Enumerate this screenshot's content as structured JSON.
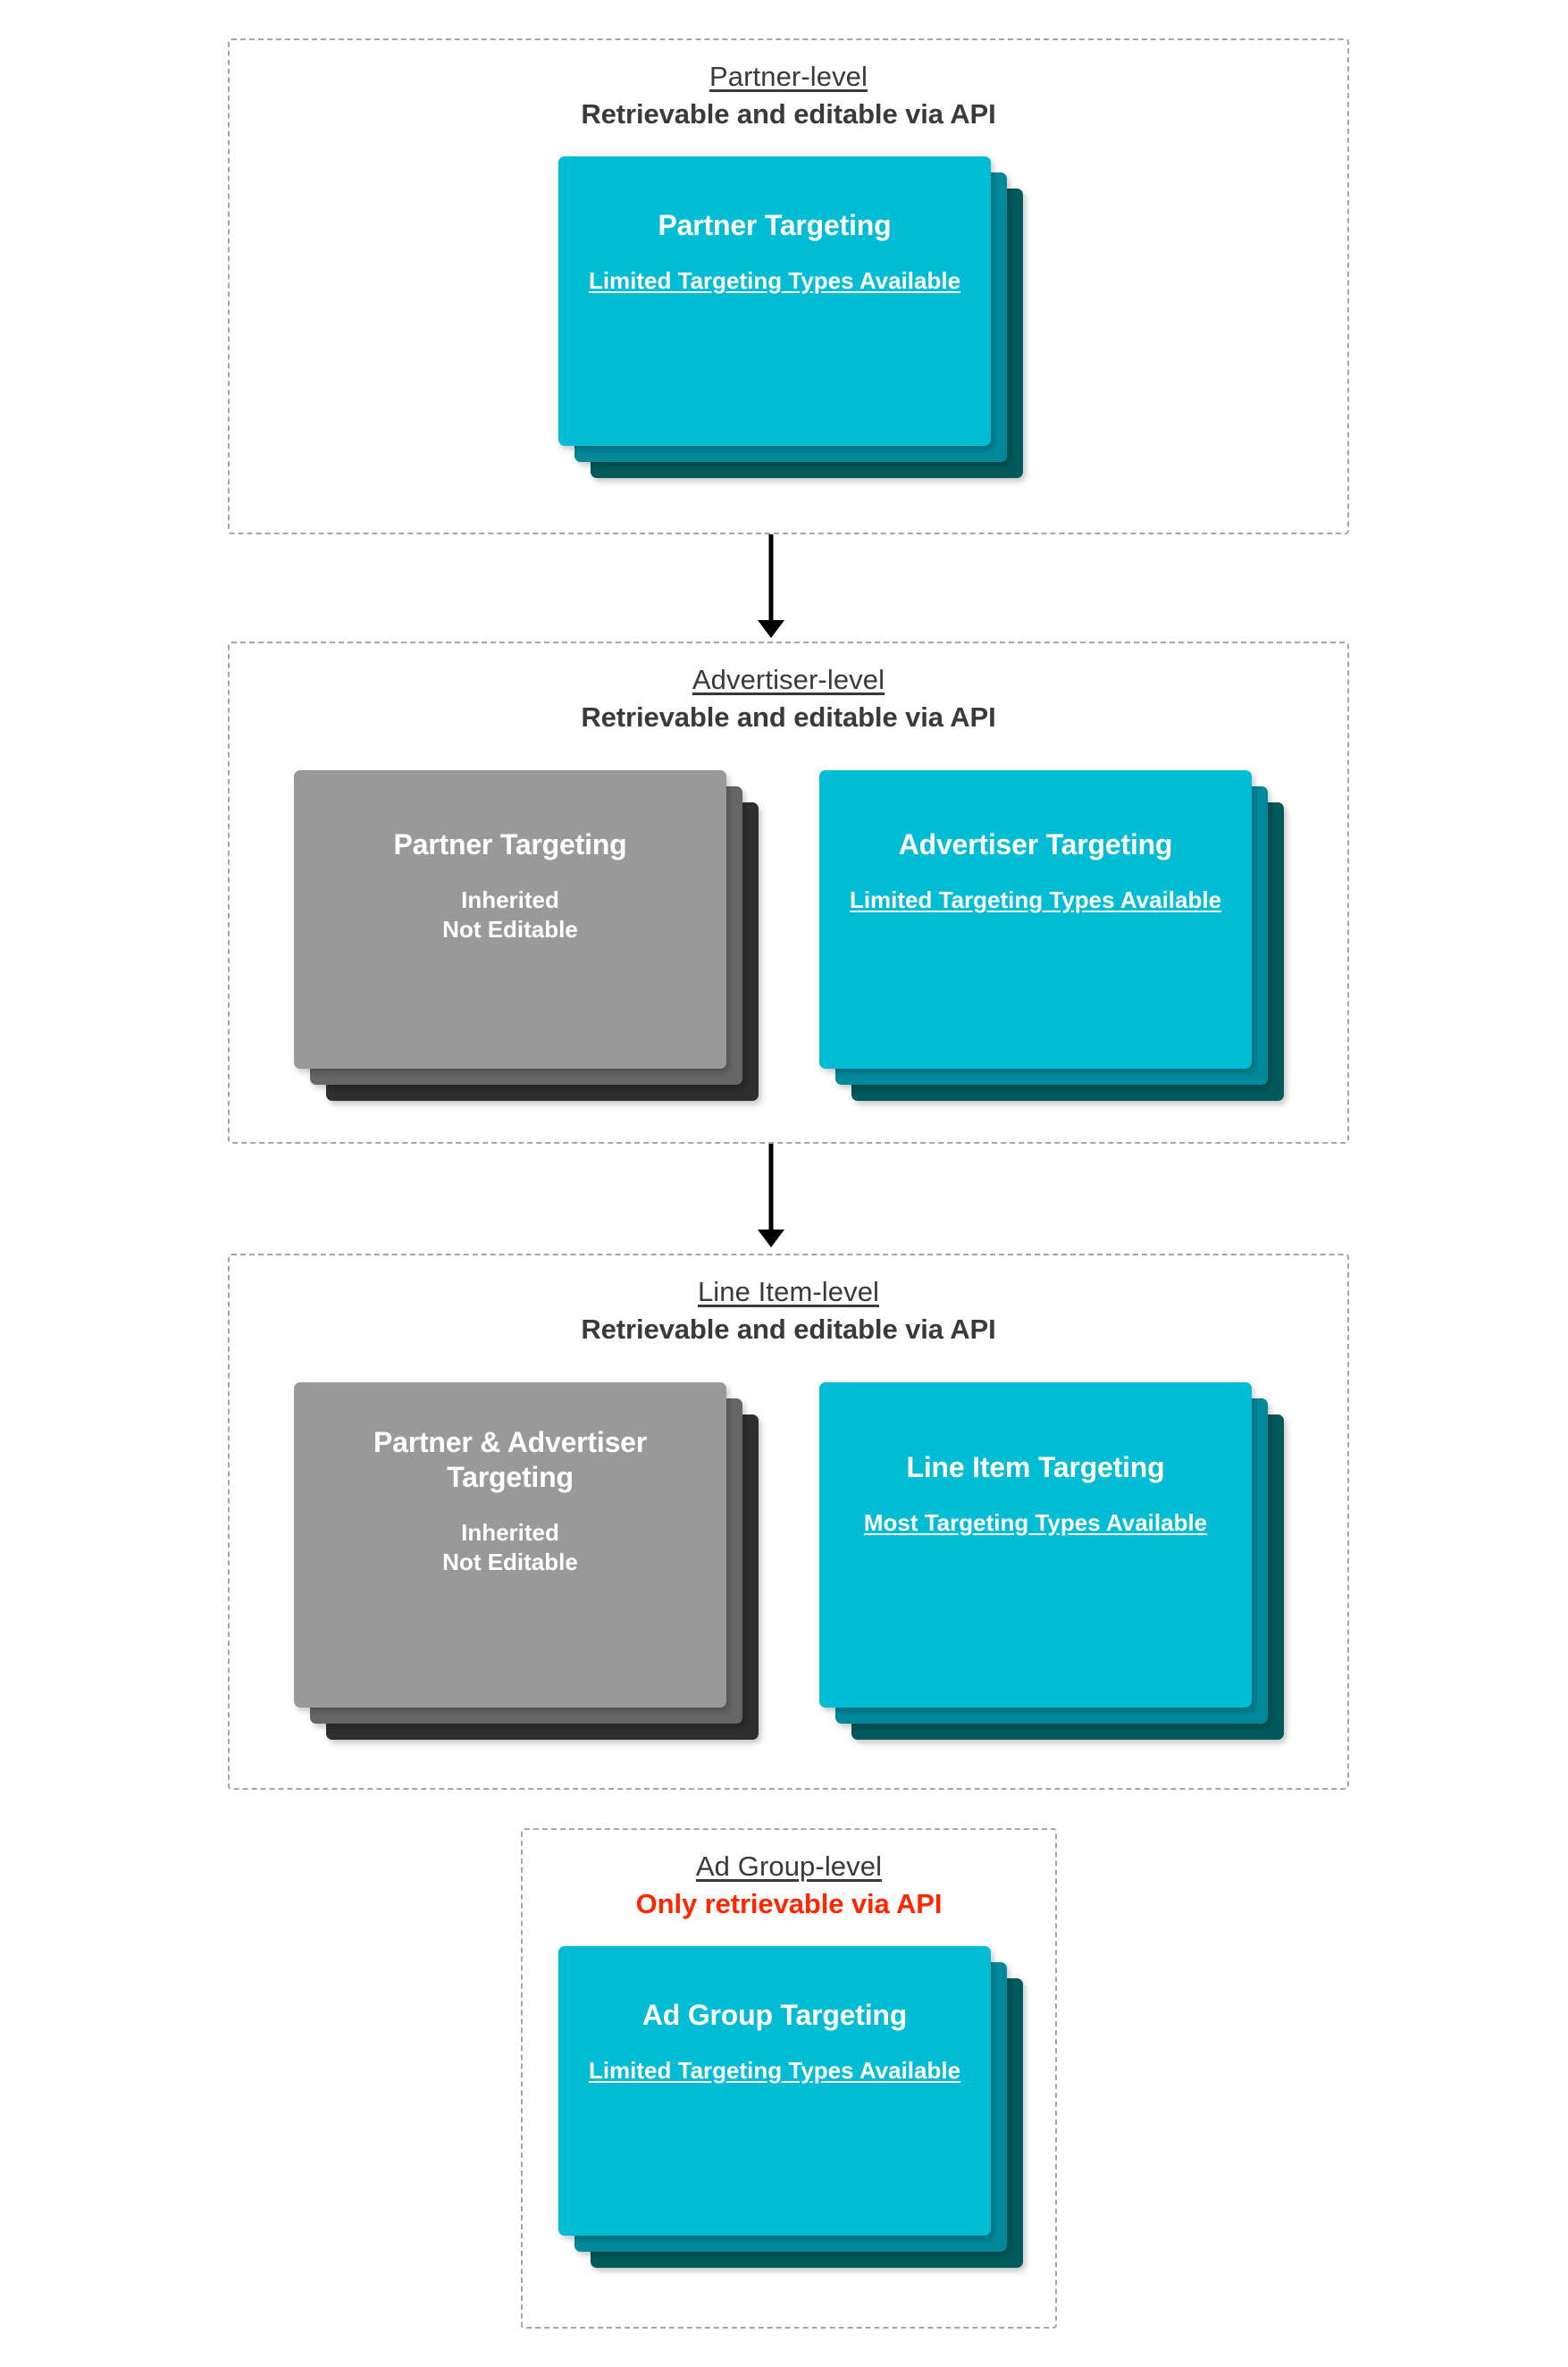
{
  "diagram": {
    "title": "Targeting inheritance across partner, advertiser, line item and ad group levels",
    "accent_cyan": "#00bcd4",
    "accent_cyan_mid": "#00899b",
    "accent_cyan_back": "#005a5b",
    "gray_front": "#999999",
    "gray_mid": "#666666",
    "gray_back": "#2e2e2e",
    "alert_color": "#ff2600",
    "text_color": "#3a3a3a",
    "border_color": "#a6a6a6"
  },
  "levels": [
    {
      "id": "partner",
      "title": "Partner-level",
      "subtitle": "Retrievable and editable via API",
      "subtitle_alert": false,
      "cards": [
        {
          "id": "partner-targeting",
          "name": "Partner Targeting",
          "note": "Limited Targeting Types Available",
          "note_underlined": true,
          "variant": "cyan"
        }
      ]
    },
    {
      "id": "advertiser",
      "title": "Advertiser-level",
      "subtitle": "Retrievable and editable via API",
      "subtitle_alert": false,
      "cards": [
        {
          "id": "advertiser-inherited-partner",
          "name": "Partner Targeting",
          "note": "Inherited\nNot Editable",
          "note_underlined": false,
          "variant": "gray"
        },
        {
          "id": "advertiser-targeting",
          "name": "Advertiser Targeting",
          "note": "Limited Targeting Types Available",
          "note_underlined": true,
          "variant": "cyan"
        }
      ]
    },
    {
      "id": "line-item",
      "title": "Line Item-level",
      "subtitle": "Retrievable and editable via API",
      "subtitle_alert": false,
      "cards": [
        {
          "id": "line-item-inherited",
          "name": "Partner & Advertiser Targeting",
          "note": "Inherited\nNot Editable",
          "note_underlined": false,
          "variant": "gray"
        },
        {
          "id": "line-item-targeting",
          "name": "Line Item Targeting",
          "note": "Most Targeting Types Available",
          "note_underlined": true,
          "variant": "cyan"
        }
      ]
    },
    {
      "id": "ad-group",
      "title": "Ad Group-level",
      "subtitle": "Only retrievable via API",
      "subtitle_alert": true,
      "cards": [
        {
          "id": "ad-group-targeting",
          "name": "Ad Group Targeting",
          "note": "Limited Targeting Types Available",
          "note_underlined": true,
          "variant": "cyan"
        }
      ]
    }
  ],
  "connectors": [
    {
      "id": "partner-to-advertiser",
      "from": "partner",
      "to": "advertiser"
    },
    {
      "id": "advertiser-to-line-item",
      "from": "advertiser",
      "to": "line-item"
    }
  ]
}
